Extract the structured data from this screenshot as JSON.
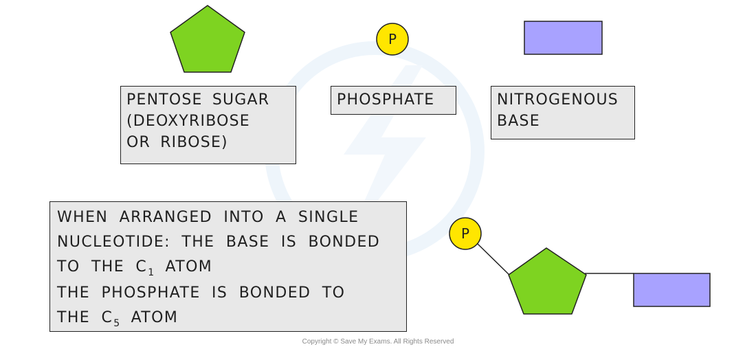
{
  "components": {
    "sugar_label": [
      "PENTOSE SUGAR",
      "(DEOXYRIBOSE",
      "OR RIBOSE)"
    ],
    "phosphate_label": [
      "PHOSPHATE"
    ],
    "base_label": [
      "NITROGENOUS",
      "BASE"
    ],
    "phosphate_symbol": "P"
  },
  "nucleotide_note": {
    "line1": "WHEN ARRANGED INTO A SINGLE",
    "line2": "NUCLEOTIDE: THE BASE IS BONDED",
    "line3_pre": "TO THE C",
    "line3_sub": "1",
    "line3_post": " ATOM",
    "line4": "THE PHOSPHATE IS BONDED TO",
    "line5_pre": "THE C",
    "line5_sub": "5",
    "line5_post": " ATOM"
  },
  "nucleotide_diagram": {
    "phosphate_symbol": "P"
  },
  "copyright": "Copyright © Save My Exams. All Rights Reserved",
  "colors": {
    "pentose": "#7ed321",
    "phosphate": "#ffe600",
    "base": "#a8a2ff",
    "outline": "#222222",
    "label_bg": "#e8e8e8"
  }
}
